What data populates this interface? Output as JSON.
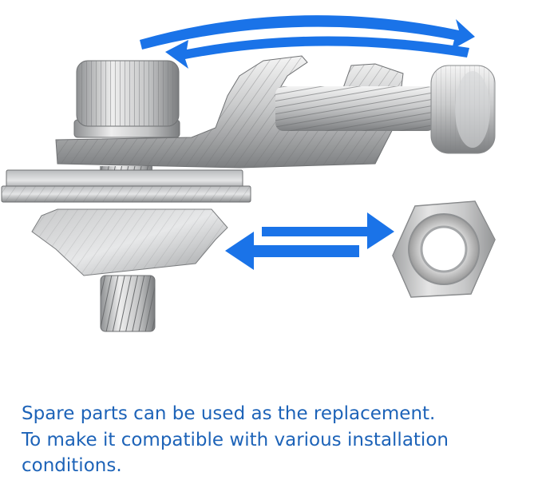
{
  "caption": {
    "line1": "Spare parts can be used as the replacement.",
    "line2": "To make it compatible with various installation",
    "line3": "conditions."
  },
  "colors": {
    "arrow_blue": "#1a73e8",
    "caption_text": "#1d63b8",
    "metal_light": "#d9dadb",
    "metal_dark": "#8a8c8e"
  },
  "icons": {
    "rotate_arrow": "curved-double-arrow-icon",
    "swap_arrow": "left-right-swap-arrow-icon"
  }
}
